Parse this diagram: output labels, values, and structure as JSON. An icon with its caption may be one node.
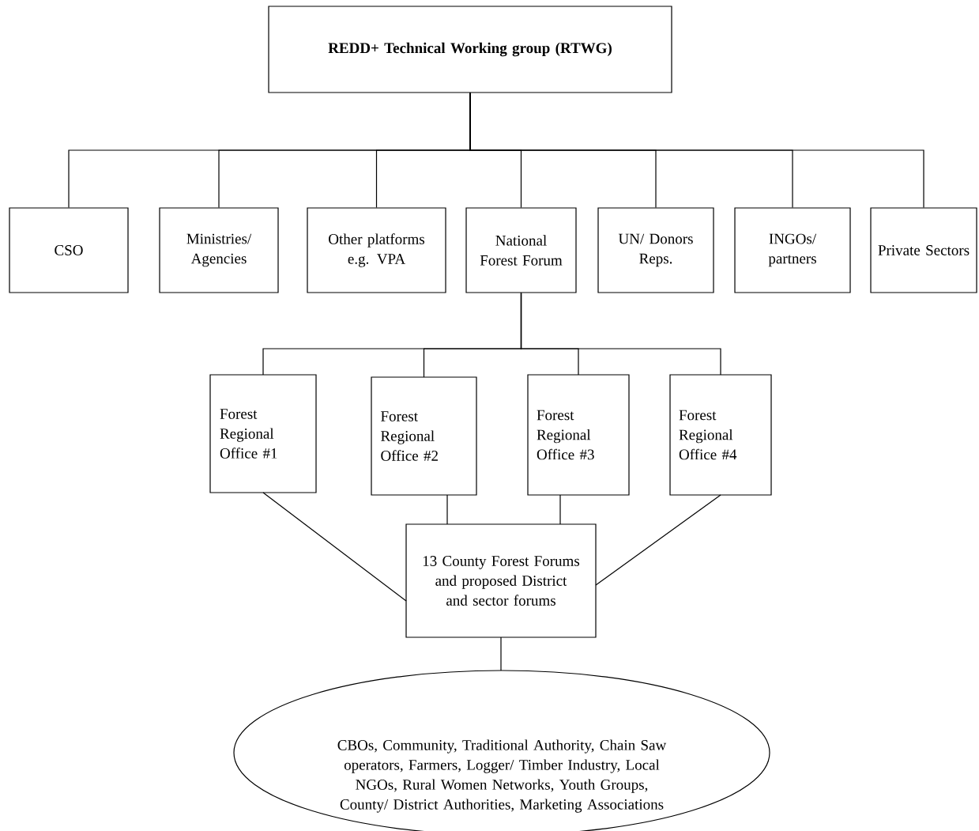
{
  "diagram": {
    "nodes": [
      {
        "text": [
          "REDD+ Technical Working group (RTWG)"
        ]
      },
      {
        "text": [
          "CSO"
        ]
      },
      {
        "text": [
          "Ministries/ Agencies"
        ]
      },
      {
        "text": [
          "Other platforms e.g. VPA"
        ]
      },
      {
        "text": [
          "National Forest Forum"
        ]
      },
      {
        "text": [
          "UN/ Donors Reps."
        ]
      },
      {
        "text": [
          "INGOs/ partners"
        ]
      },
      {
        "text": [
          "Private Sectors"
        ]
      },
      {
        "text": [
          "Forest Regional Office #1"
        ]
      },
      {
        "text": [
          "Forest Regional Office #2"
        ]
      },
      {
        "text": [
          "Forest Regional Office #3"
        ]
      },
      {
        "text": [
          "Forest Regional Office #4"
        ]
      },
      {
        "text": [
          "13 County Forest Forums and proposed District and sector forums"
        ]
      },
      {
        "text": [
          "CBOs, Community, Traditional Authority, Chain Saw operators, Farmers, Logger/ Timber Industry, Local NGOs, Rural Women Networks, Youth Groups, County/ District Authorities, Marketing Associations"
        ]
      }
    ],
    "edges": [
      {
        "from": 0,
        "to": 1,
        "arrow": "none"
      },
      {
        "from": 0,
        "to": 2,
        "arrow": "none"
      },
      {
        "from": 0,
        "to": 3,
        "arrow": "none"
      },
      {
        "from": 0,
        "to": 4,
        "arrow": "none"
      },
      {
        "from": 0,
        "to": 5,
        "arrow": "none"
      },
      {
        "from": 0,
        "to": 6,
        "arrow": "none"
      },
      {
        "from": 0,
        "to": 7,
        "arrow": "none"
      },
      {
        "from": 4,
        "to": 8,
        "arrow": "none"
      },
      {
        "from": 4,
        "to": 9,
        "arrow": "none"
      },
      {
        "from": 4,
        "to": 10,
        "arrow": "none"
      },
      {
        "from": 4,
        "to": 11,
        "arrow": "none"
      },
      {
        "from": 8,
        "to": 12,
        "arrow": "none"
      },
      {
        "from": 9,
        "to": 12,
        "arrow": "none"
      },
      {
        "from": 10,
        "to": 12,
        "arrow": "none"
      },
      {
        "from": 11,
        "to": 12,
        "arrow": "none"
      },
      {
        "from": 12,
        "to": 13,
        "arrow": "none"
      }
    ]
  }
}
